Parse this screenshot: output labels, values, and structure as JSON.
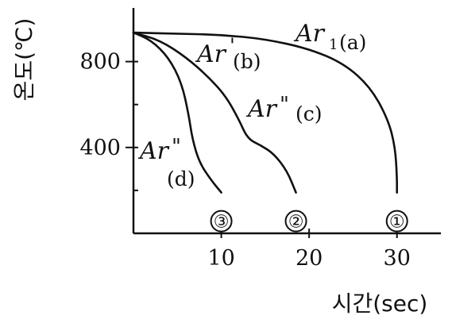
{
  "chart_data": {
    "type": "line",
    "xlabel": "시간(sec)",
    "ylabel": "온도(℃)",
    "xlim": [
      0,
      35
    ],
    "ylim": [
      0,
      1050
    ],
    "x_ticks": [
      {
        "value": 10,
        "label": "10"
      },
      {
        "value": 20,
        "label": "20"
      },
      {
        "value": 30,
        "label": "30"
      }
    ],
    "y_ticks": [
      {
        "value": 800,
        "label": "800"
      },
      {
        "value": 400,
        "label": "400"
      }
    ],
    "y_minor_ticks": [
      200,
      600
    ],
    "grid": false,
    "series": [
      {
        "name": "Ar1(a)",
        "marker": "①",
        "points": [
          [
            0,
            935
          ],
          [
            5,
            930
          ],
          [
            10,
            925
          ],
          [
            15,
            905
          ],
          [
            20,
            860
          ],
          [
            24,
            790
          ],
          [
            27,
            680
          ],
          [
            29,
            530
          ],
          [
            29.8,
            400
          ],
          [
            30,
            260
          ],
          [
            30,
            190
          ]
        ]
      },
      {
        "name": "Ar'(b)",
        "marker": "②",
        "points": [
          [
            0,
            935
          ],
          [
            3,
            900
          ],
          [
            6,
            820
          ],
          [
            8.5,
            730
          ],
          [
            10.5,
            640
          ],
          [
            12,
            530
          ],
          [
            13,
            440
          ],
          [
            14.5,
            410
          ],
          [
            16,
            370
          ],
          [
            17.5,
            290
          ],
          [
            18.5,
            190
          ]
        ]
      },
      {
        "name": "Ar\"(c)",
        "marker": "",
        "points": []
      },
      {
        "name": "Ar\"(d)",
        "marker": "③",
        "points": [
          [
            0,
            935
          ],
          [
            2,
            900
          ],
          [
            4,
            820
          ],
          [
            5.5,
            700
          ],
          [
            6.3,
            550
          ],
          [
            6.7,
            440
          ],
          [
            7.5,
            330
          ],
          [
            8.8,
            250
          ],
          [
            10,
            190
          ]
        ]
      }
    ],
    "annotations": [
      {
        "main": "Ar",
        "sub": "1",
        "tail": "(a)"
      },
      {
        "main": "Ar",
        "sup": "'",
        "tail": "(b)"
      },
      {
        "main": "Ar",
        "sup": "\"",
        "tail": "(c)"
      },
      {
        "main": "Ar",
        "sup": "\"",
        "tail": "(d)"
      }
    ],
    "end_markers": [
      "①",
      "②",
      "③"
    ]
  }
}
